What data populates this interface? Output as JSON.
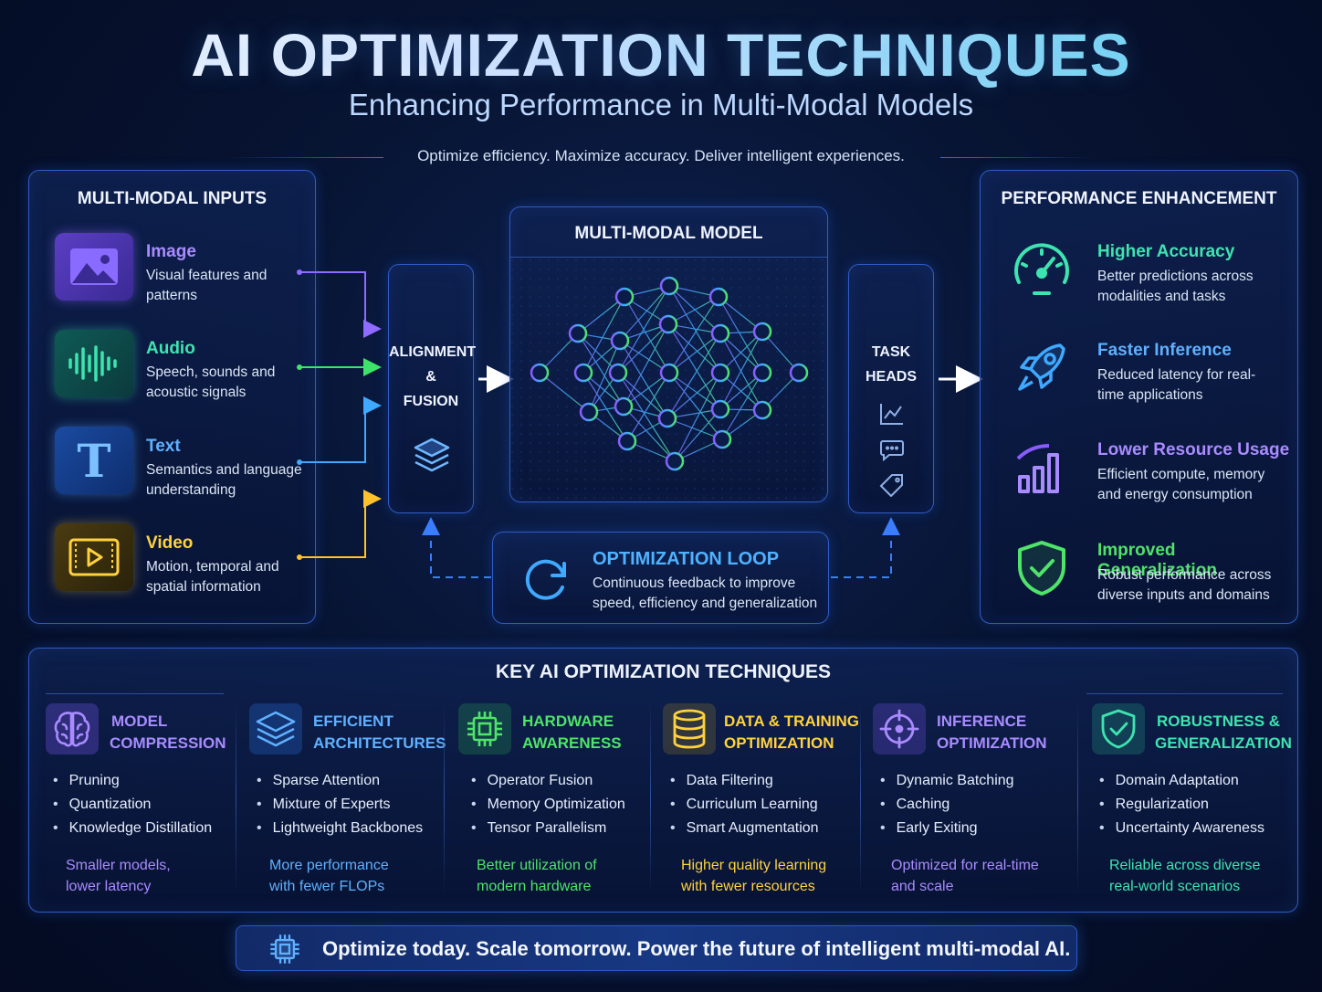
{
  "header": {
    "title": "AI OPTIMIZATION TECHNIQUES",
    "subtitle": "Enhancing Performance in Multi-Modal Models",
    "tagline": "Optimize efficiency. Maximize accuracy. Deliver intelligent experiences."
  },
  "inputs": {
    "title": "MULTI-MODAL INPUTS",
    "items": [
      {
        "name": "Image",
        "desc": "Visual features and patterns",
        "color": "#a98bff",
        "icon": "image-icon"
      },
      {
        "name": "Audio",
        "desc": "Speech, sounds and acoustic signals",
        "color": "#3ee4b0",
        "icon": "waveform-icon"
      },
      {
        "name": "Text",
        "desc": "Semantics and language understanding",
        "color": "#5fb0ff",
        "icon": "text-icon"
      },
      {
        "name": "Video",
        "desc": "Motion, temporal and spatial information",
        "color": "#ffd23d",
        "icon": "video-icon"
      }
    ]
  },
  "alignment": {
    "line1": "ALIGNMENT",
    "line2": "&",
    "line3": "FUSION",
    "icon": "layers-icon"
  },
  "model": {
    "title": "MULTI-MODAL MODEL",
    "icon": "neural-network-icon"
  },
  "task_heads": {
    "line1": "TASK",
    "line2": "HEADS",
    "icons": [
      "chart-icon",
      "chat-icon",
      "tag-icon"
    ]
  },
  "loop": {
    "title": "OPTIMIZATION LOOP",
    "desc_line1": "Continuous feedback to improve",
    "desc_line2": "speed, efficiency and generalization",
    "icon": "refresh-icon"
  },
  "performance": {
    "title": "PERFORMANCE ENHANCEMENT",
    "items": [
      {
        "name": "Higher Accuracy",
        "desc": "Better predictions across modalities and tasks",
        "color": "#3ee4b0",
        "icon": "speedometer-icon"
      },
      {
        "name": "Faster Inference",
        "desc": "Reduced latency for real-time applications",
        "color": "#5fb0ff",
        "icon": "rocket-icon"
      },
      {
        "name": "Lower Resource Usage",
        "desc": "Efficient compute, memory and energy consumption",
        "color": "#a98bff",
        "icon": "bar-chart-icon"
      },
      {
        "name": "Improved Generalization",
        "desc": "Robust performance across diverse inputs and domains",
        "color": "#4fe36a",
        "icon": "shield-check-icon"
      }
    ]
  },
  "techniques": {
    "title": "KEY AI OPTIMIZATION TECHNIQUES",
    "items": [
      {
        "title1": "MODEL",
        "title2": "COMPRESSION",
        "color": "#a98bff",
        "icon": "brain-icon",
        "bullets": [
          "Pruning",
          "Quantization",
          "Knowledge Distillation"
        ],
        "foot1": "Smaller models,",
        "foot2": "lower latency"
      },
      {
        "title1": "EFFICIENT",
        "title2": "ARCHITECTURES",
        "color": "#5fb0ff",
        "icon": "layers-icon",
        "bullets": [
          "Sparse Attention",
          "Mixture of Experts",
          "Lightweight Backbones"
        ],
        "foot1": "More performance",
        "foot2": "with fewer FLOPs"
      },
      {
        "title1": "HARDWARE",
        "title2": "AWARENESS",
        "color": "#4fe36a",
        "icon": "chip-icon",
        "bullets": [
          "Operator Fusion",
          "Memory Optimization",
          "Tensor Parallelism"
        ],
        "foot1": "Better utilization of",
        "foot2": "modern hardware"
      },
      {
        "title1": "DATA & TRAINING",
        "title2": "OPTIMIZATION",
        "color": "#ffd23d",
        "icon": "database-icon",
        "bullets": [
          "Data Filtering",
          "Curriculum Learning",
          "Smart Augmentation"
        ],
        "foot1": "Higher quality learning",
        "foot2": "with fewer resources"
      },
      {
        "title1": "INFERENCE",
        "title2": "OPTIMIZATION",
        "color": "#a98bff",
        "icon": "crosshair-icon",
        "bullets": [
          "Dynamic Batching",
          "Caching",
          "Early Exiting"
        ],
        "foot1": "Optimized for real-time",
        "foot2": "and scale"
      },
      {
        "title1": "ROBUSTNESS &",
        "title2": "GENERALIZATION",
        "color": "#3ee4b0",
        "icon": "shield-check-icon",
        "bullets": [
          "Domain Adaptation",
          "Regularization",
          "Uncertainty Awareness"
        ],
        "foot1": "Reliable across diverse",
        "foot2": "real-world scenarios"
      }
    ]
  },
  "footer": {
    "text": "Optimize today. Scale tomorrow. Power the future of intelligent multi-modal AI.",
    "icon": "chip-icon"
  }
}
